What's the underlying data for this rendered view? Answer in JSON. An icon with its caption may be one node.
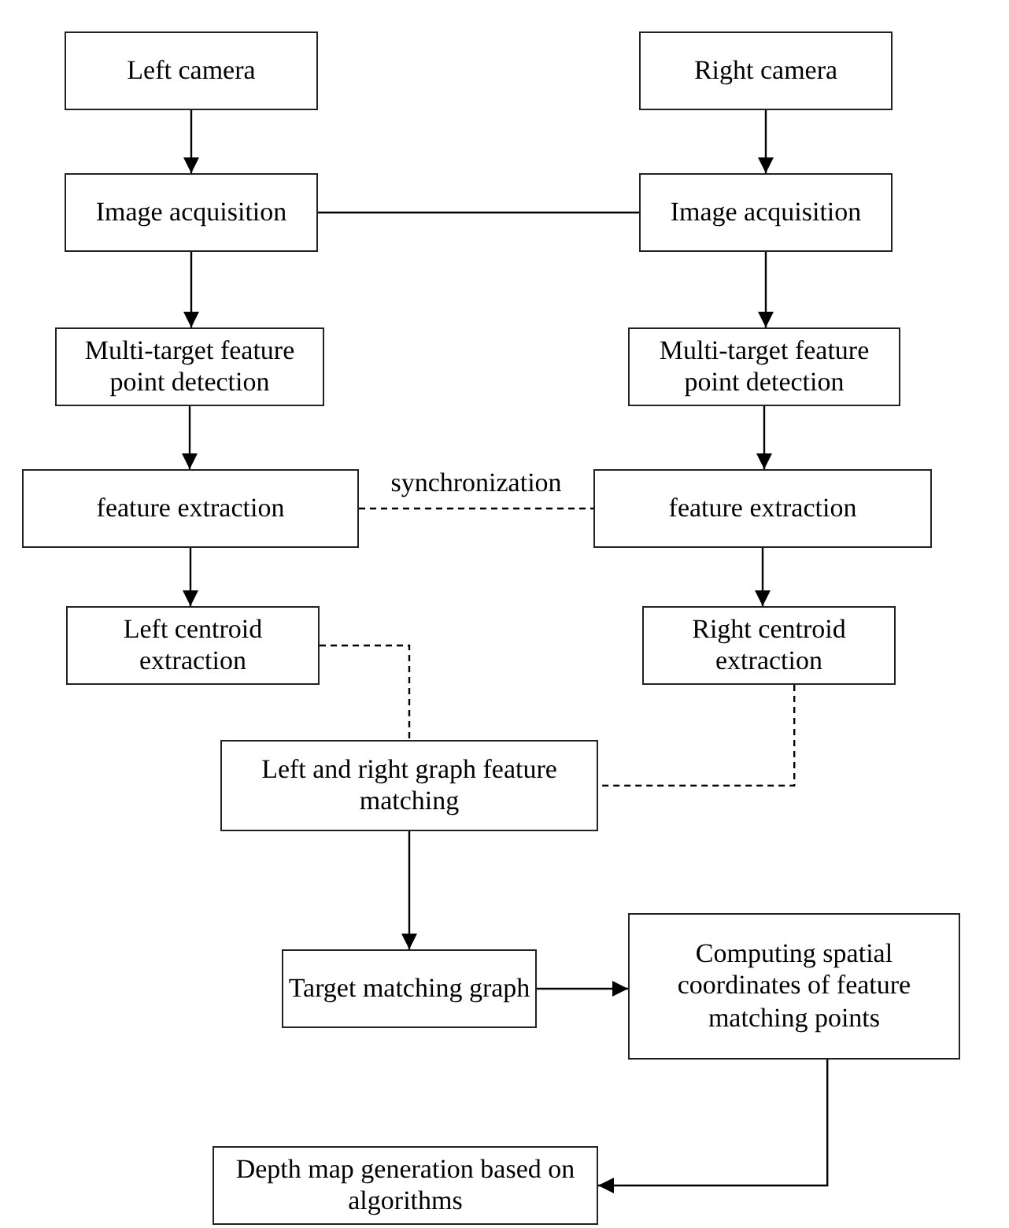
{
  "diagram": {
    "nodes": [
      {
        "text": [
          "Left camera"
        ]
      },
      {
        "text": [
          "Right camera"
        ]
      },
      {
        "text": [
          "Image acquisition"
        ]
      },
      {
        "text": [
          "Image acquisition"
        ]
      },
      {
        "text": [
          "Multi-target feature point detection"
        ]
      },
      {
        "text": [
          "Multi-target feature point detection"
        ]
      },
      {
        "text": [
          "feature extraction"
        ]
      },
      {
        "text": [
          "feature extraction"
        ]
      },
      {
        "text": [
          "Left centroid extraction"
        ]
      },
      {
        "text": [
          "Right centroid extraction"
        ]
      },
      {
        "text": [
          "Left and right graph feature matching"
        ]
      },
      {
        "text": [
          "Target matching graph"
        ]
      },
      {
        "text": [
          "Computing spatial coordinates of feature matching points"
        ]
      },
      {
        "text": [
          "Depth map generation based on algorithms"
        ]
      }
    ],
    "edges": [
      {
        "from": 0,
        "to": 2,
        "arrow": "to"
      },
      {
        "from": 1,
        "to": 3,
        "arrow": "to"
      },
      {
        "from": 2,
        "to": 3,
        "arrow": "none"
      },
      {
        "from": 2,
        "to": 4,
        "arrow": "to"
      },
      {
        "from": 3,
        "to": 5,
        "arrow": "to"
      },
      {
        "from": 4,
        "to": 6,
        "arrow": "to"
      },
      {
        "from": 5,
        "to": 7,
        "arrow": "to"
      },
      {
        "from": 6,
        "to": 7,
        "arrow": "none",
        "style": "dashed",
        "label": "synchronization"
      },
      {
        "from": 6,
        "to": 8,
        "arrow": "to"
      },
      {
        "from": 7,
        "to": 9,
        "arrow": "to"
      },
      {
        "from": 8,
        "to": 10,
        "arrow": "none",
        "style": "dashed"
      },
      {
        "from": 9,
        "to": 10,
        "arrow": "none",
        "style": "dashed"
      },
      {
        "from": 10,
        "to": 11,
        "arrow": "to"
      },
      {
        "from": 11,
        "to": 12,
        "arrow": "to"
      },
      {
        "from": 12,
        "to": 13,
        "arrow": "to"
      }
    ]
  }
}
